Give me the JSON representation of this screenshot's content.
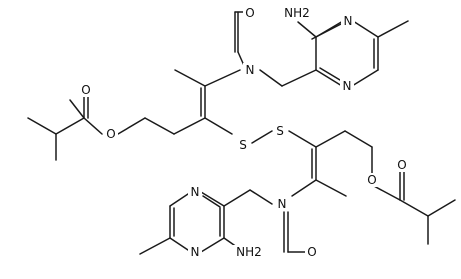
{
  "molecule": {
    "atom_labels": {
      "formyl_o_top": "O",
      "amine_n_top": "N",
      "amino_top": "NH2",
      "pyr_n1_top": "N",
      "pyr_n3_top": "N",
      "ester_o_left": "O",
      "ester_carbonyl_o_left": "O",
      "sulfur_left": "S",
      "sulfur_right": "S",
      "pyr_n1_bottom": "N",
      "pyr_n3_bottom": "N",
      "amine_n_bottom": "N",
      "amino_bottom": "NH2",
      "formyl_o_bottom": "O",
      "ester_o_right": "O",
      "ester_carbonyl_o_right": "O"
    }
  }
}
